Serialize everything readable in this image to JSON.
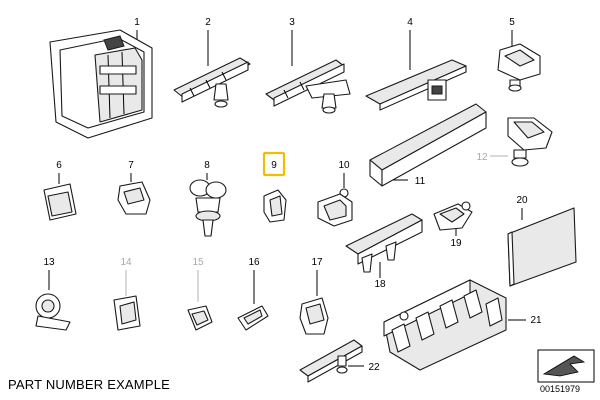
{
  "parts": [
    {
      "number": "1"
    },
    {
      "number": "2"
    },
    {
      "number": "3"
    },
    {
      "number": "4"
    },
    {
      "number": "5"
    },
    {
      "number": "6"
    },
    {
      "number": "7"
    },
    {
      "number": "8"
    },
    {
      "number": "9",
      "highlighted": true
    },
    {
      "number": "10"
    },
    {
      "number": "11"
    },
    {
      "number": "12",
      "greyed": true
    },
    {
      "number": "13"
    },
    {
      "number": "14",
      "greyed": true
    },
    {
      "number": "15",
      "greyed": true
    },
    {
      "number": "16"
    },
    {
      "number": "17"
    },
    {
      "number": "18"
    },
    {
      "number": "19"
    },
    {
      "number": "20"
    },
    {
      "number": "21"
    },
    {
      "number": "22"
    }
  ],
  "caption": "PART NUMBER EXAMPLE",
  "reference_number": "00151979",
  "colors": {
    "highlight": "#f0c000",
    "greyed_label": "#a8a8a8",
    "line": "#1a1a1a"
  }
}
